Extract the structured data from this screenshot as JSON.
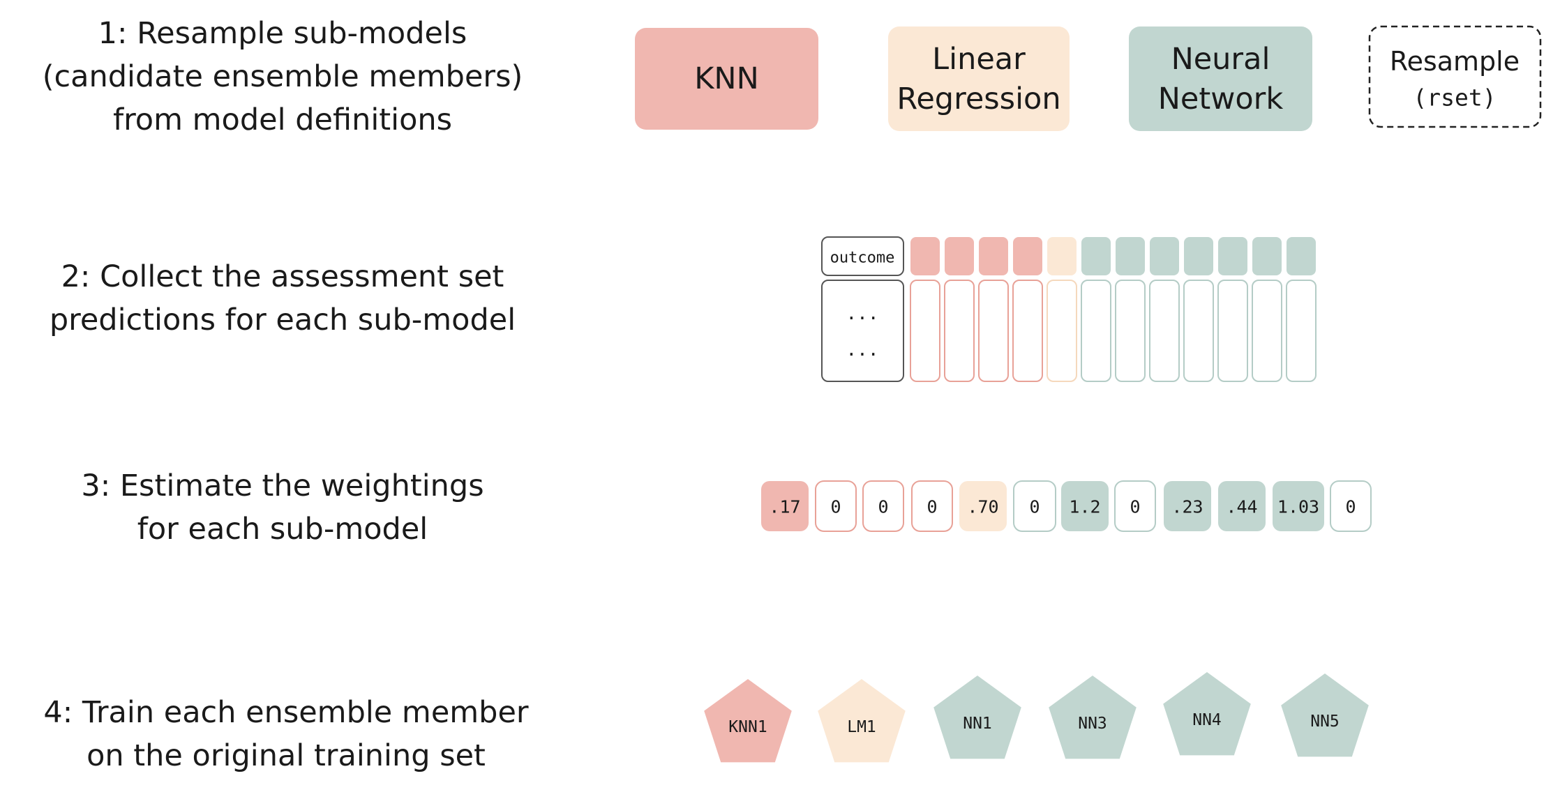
{
  "colors": {
    "knn": "#f0b7b0",
    "knn_stroke": "#e8a197",
    "linear": "#fbe8d5",
    "linear_stroke": "#f5d8bc",
    "nn": "#c1d6d0",
    "nn_stroke": "#b4ccc6",
    "outline": "#555555",
    "text": "#1a1a1a"
  },
  "steps": [
    {
      "lines": [
        "1: Resample sub-models",
        "(candidate ensemble members)",
        "from model definitions"
      ]
    },
    {
      "lines": [
        "2: Collect the assessment set",
        "predictions for each sub-model"
      ]
    },
    {
      "lines": [
        "3: Estimate the weightings",
        "for each sub-model"
      ]
    },
    {
      "lines": [
        "4: Train each ensemble member",
        "on the original training set"
      ]
    }
  ],
  "model_types": [
    {
      "lines": [
        "KNN"
      ],
      "kind": "knn"
    },
    {
      "lines": [
        "Linear",
        "Regression"
      ],
      "kind": "linear"
    },
    {
      "lines": [
        "Neural",
        "Network"
      ],
      "kind": "nn"
    }
  ],
  "resample_box": {
    "line1": "Resample",
    "line2": "(rset)"
  },
  "prediction_table": {
    "outcome_label": "outcome",
    "ellipsis": "...",
    "column_kinds": [
      "knn",
      "knn",
      "knn",
      "knn",
      "linear",
      "nn",
      "nn",
      "nn",
      "nn",
      "nn",
      "nn",
      "nn"
    ]
  },
  "weights": [
    {
      "value": ".17",
      "kind": "knn",
      "filled": true
    },
    {
      "value": "0",
      "kind": "knn",
      "filled": false
    },
    {
      "value": "0",
      "kind": "knn",
      "filled": false
    },
    {
      "value": "0",
      "kind": "knn",
      "filled": false
    },
    {
      "value": ".70",
      "kind": "linear",
      "filled": true
    },
    {
      "value": "0",
      "kind": "nn",
      "filled": false
    },
    {
      "value": "1.2",
      "kind": "nn",
      "filled": true
    },
    {
      "value": "0",
      "kind": "nn",
      "filled": false
    },
    {
      "value": ".23",
      "kind": "nn",
      "filled": true
    },
    {
      "value": ".44",
      "kind": "nn",
      "filled": true
    },
    {
      "value": "1.03",
      "kind": "nn",
      "filled": true
    },
    {
      "value": "0",
      "kind": "nn",
      "filled": false
    }
  ],
  "members": [
    {
      "label": "KNN1",
      "kind": "knn"
    },
    {
      "label": "LM1",
      "kind": "linear"
    },
    {
      "label": "NN1",
      "kind": "nn"
    },
    {
      "label": "NN3",
      "kind": "nn"
    },
    {
      "label": "NN4",
      "kind": "nn"
    },
    {
      "label": "NN5",
      "kind": "nn"
    }
  ]
}
